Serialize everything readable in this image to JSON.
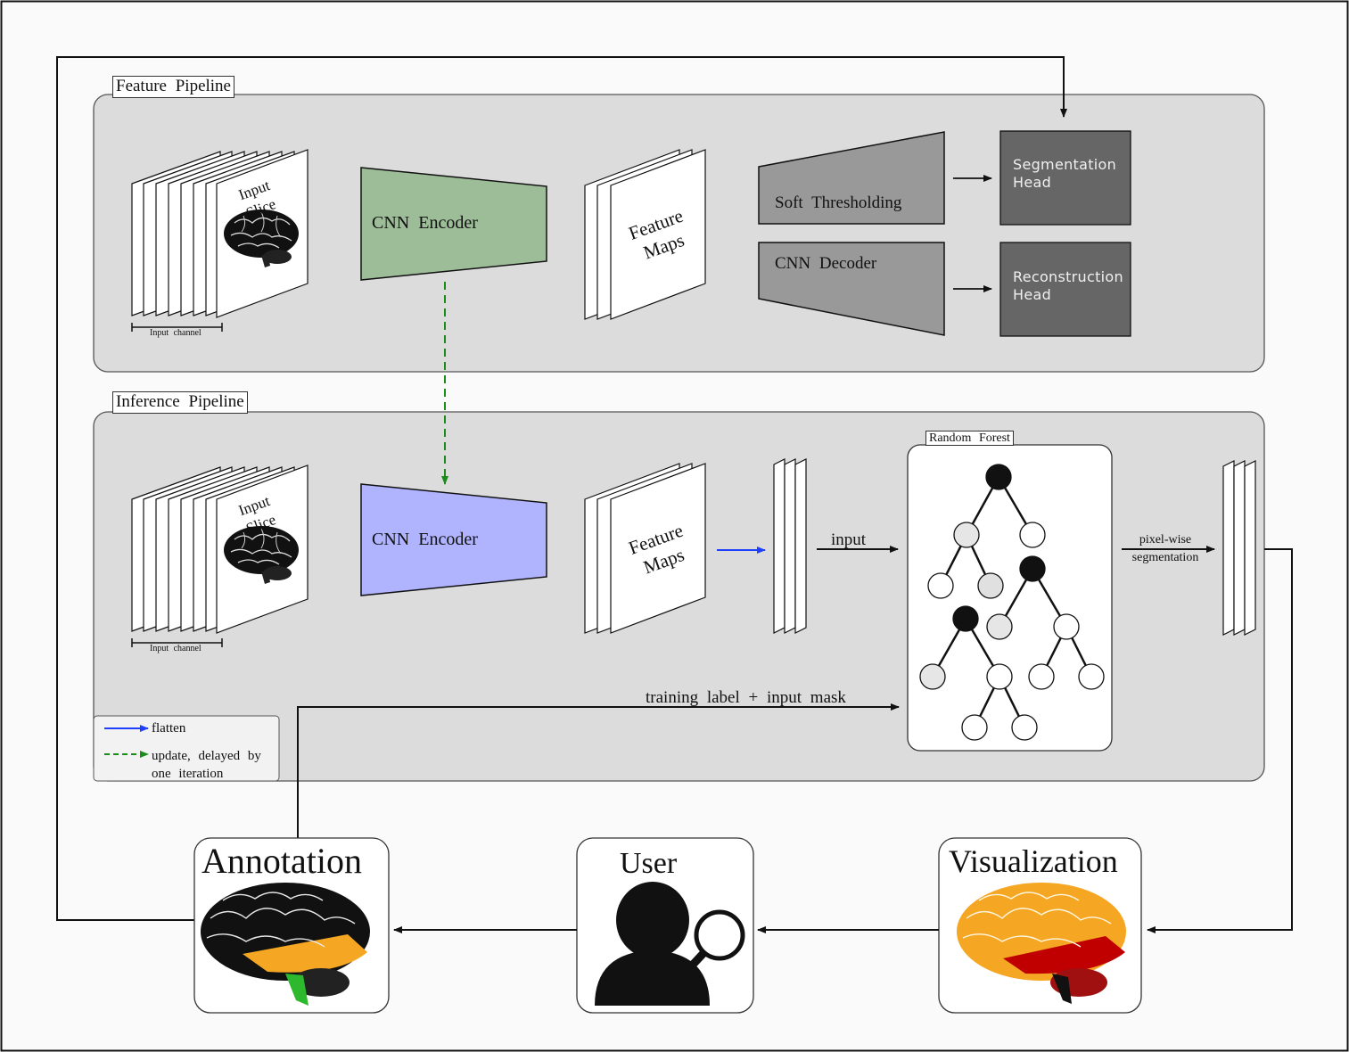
{
  "feature_pipeline": {
    "title": "Feature Pipeline",
    "input_slice": "Input Slice",
    "input_channel": "Input channel",
    "cnn_encoder": "CNN Encoder",
    "feature_maps": "Feature Maps",
    "soft_thresholding": "Soft Thresholding",
    "cnn_decoder": "CNN Decoder",
    "segmentation_head": "Segmentation Head",
    "reconstruction_head": "Reconstruction Head",
    "colors": {
      "encoder": "#9dbc98",
      "heads": "#666666",
      "trapezoid": "#999999"
    }
  },
  "inference_pipeline": {
    "title": "Inference Pipeline",
    "input_slice": "Input Slice",
    "input_channel": "Input channel",
    "cnn_encoder": "CNN Encoder",
    "feature_maps": "Feature Maps",
    "input_arrow_label": "input",
    "random_forest": "Random Forest",
    "pixel_wise_segmentation": "pixel-wise segmentation",
    "training_label": "training label + input mask",
    "colors": {
      "encoder": "#b0b4ff"
    }
  },
  "legend": {
    "flatten": "flatten",
    "update": "update, delayed by one iteration",
    "colors": {
      "flatten": "#1f3fff",
      "update": "#1a8c1a"
    }
  },
  "bottom": {
    "annotation": "Annotation",
    "user": "User",
    "visualization": "Visualization"
  }
}
